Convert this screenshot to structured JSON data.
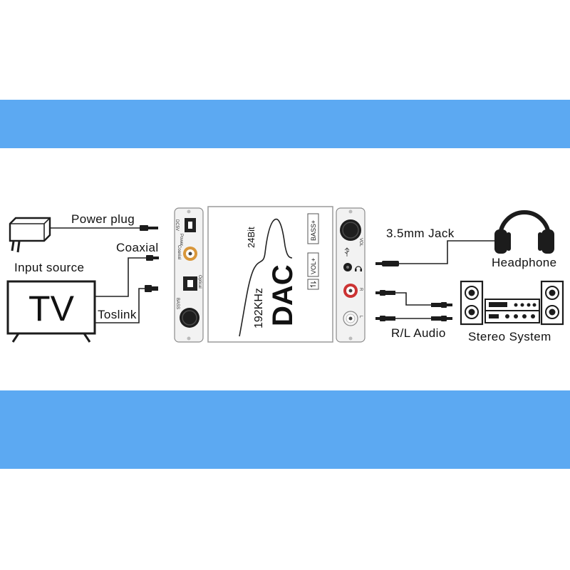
{
  "colors": {
    "band": "#5ca9f2",
    "panel": "#f2f2f2",
    "face_border": "#9a9a9a",
    "coaxial_jack": "#d8963a",
    "rca_red": "#cc3333",
    "rca_white": "#f4f4f4"
  },
  "input": {
    "power_plug_label": "Power plug",
    "coaxial_label": "Coaxial",
    "input_source_label": "Input source",
    "toslink_label": "Toslink",
    "tv_screen_text": "TV",
    "icons": [
      "power-adapter-icon",
      "tv-icon"
    ]
  },
  "dac": {
    "left_panel": {
      "dc_label": "DC5V",
      "power_label": "Power",
      "coaxial_label": "Coaxial",
      "optical_label": "Optical",
      "bass_label": "BASS"
    },
    "face": {
      "sample_rate": "192KHz",
      "bit_depth": "24Bit",
      "name": "DAC",
      "bass_button": "BASS+",
      "vol_button": "VOL+",
      "mode_icon": "swap-arrows-icon"
    },
    "right_panel": {
      "vol_label": "VOL",
      "right_channel_label": "R",
      "left_channel_label": "L"
    }
  },
  "output": {
    "jack_label": "3.5mm Jack",
    "headphone_label": "Headphone",
    "rl_audio_label": "R/L Audio",
    "stereo_label": "Stereo System",
    "icons": [
      "headphone-icon",
      "stereo-system-icon"
    ]
  }
}
